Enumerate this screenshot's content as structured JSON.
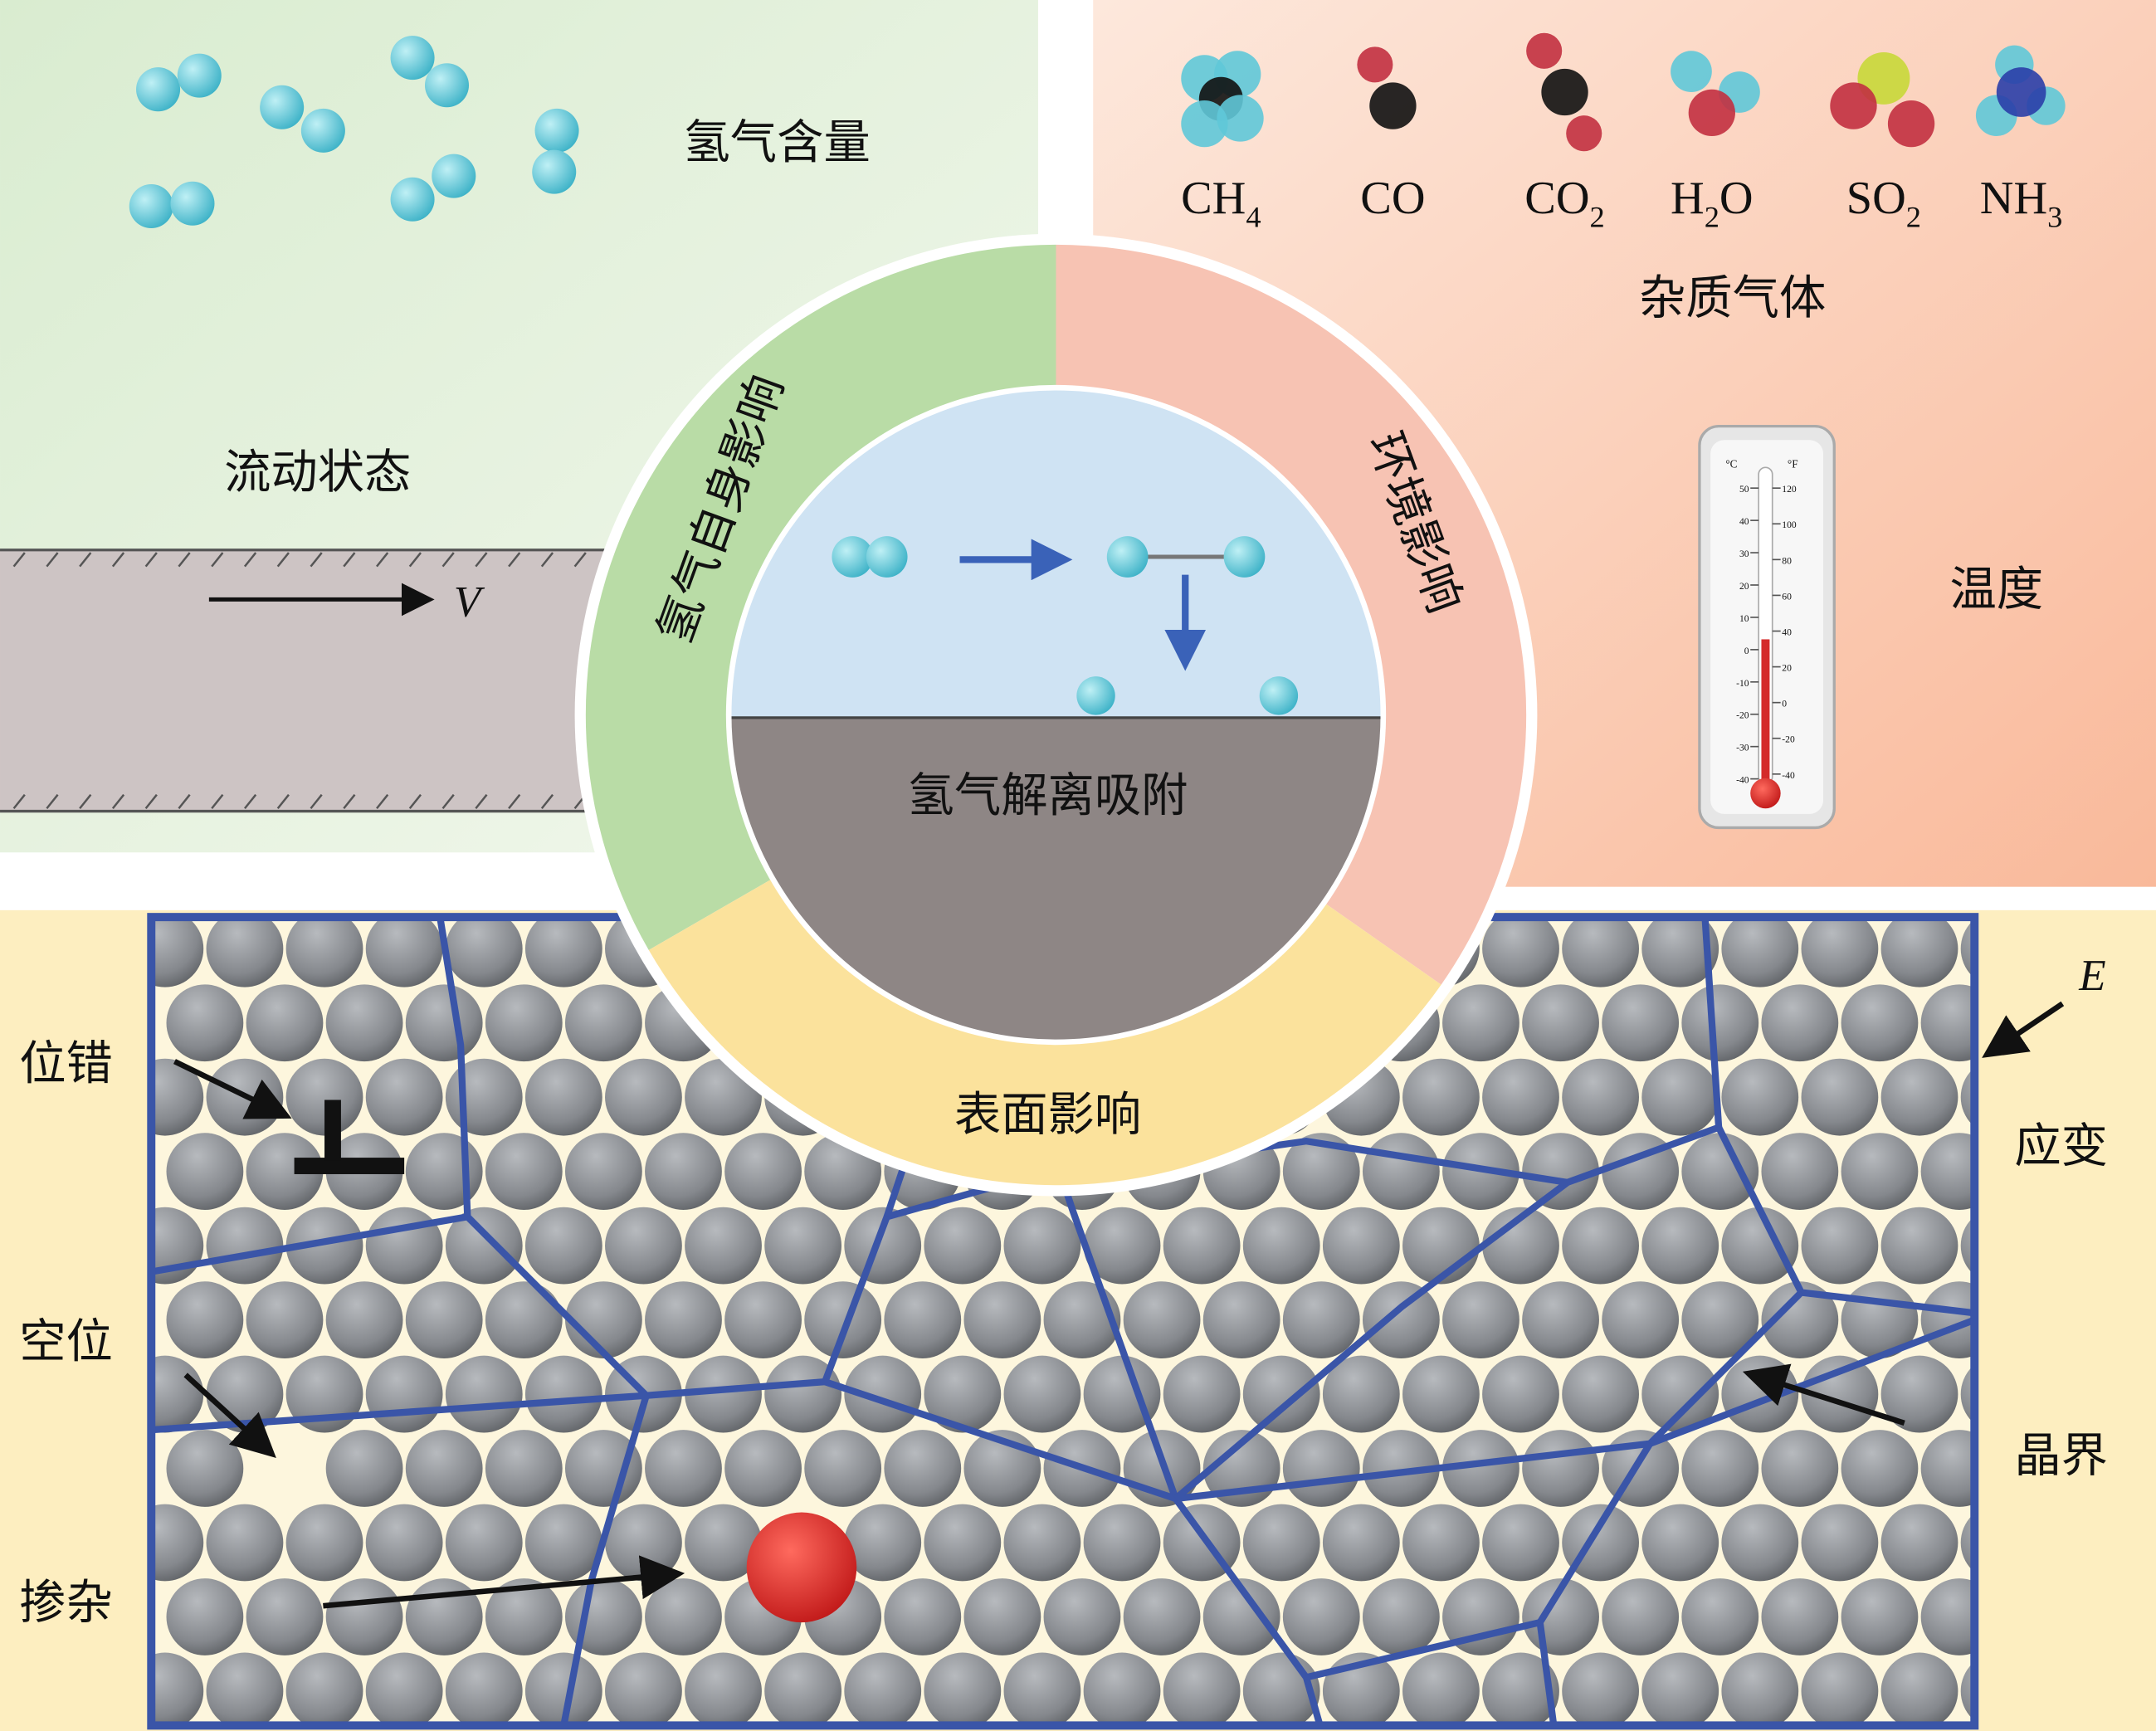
{
  "labels": {
    "hydrogen_content": "氢气含量",
    "flow_state": "流动状态",
    "velocity": "V",
    "impurity_gas": "杂质气体",
    "temperature": "温度",
    "ring_hydrogen_self": "氢气自身影响",
    "ring_environment": "环境影响",
    "ring_surface": "表面影响",
    "center": "氢气解离吸附",
    "dislocation": "位错",
    "vacancy": "空位",
    "doping": "掺杂",
    "strain": "应变",
    "strain_symbol": "E",
    "grain_boundary": "晶界"
  },
  "molecules": [
    {
      "name": "CH",
      "sub": "4",
      "suffix": ""
    },
    {
      "name": "CO",
      "sub": "",
      "suffix": ""
    },
    {
      "name": "CO",
      "sub": "2",
      "suffix": ""
    },
    {
      "name": "H",
      "sub": "2",
      "suffix": "O"
    },
    {
      "name": "SO",
      "sub": "2",
      "suffix": ""
    },
    {
      "name": "NH",
      "sub": "3",
      "suffix": ""
    }
  ],
  "thermometer": {
    "celsius_unit": "°C",
    "fahrenheit_unit": "°F",
    "celsius_ticks": [
      "50",
      "40",
      "30",
      "20",
      "10",
      "0",
      "-10",
      "-20",
      "-30",
      "-40"
    ],
    "fahrenheit_ticks": [
      "120",
      "100",
      "80",
      "60",
      "40",
      "20",
      "0",
      "-20",
      "-40"
    ]
  },
  "colors": {
    "hydrogen": "#5fc8d8",
    "grain_boundary": "#3a55a8",
    "atom": "#8a8d92",
    "dopant": "#d42a2a",
    "ring_green": "#b9dca6",
    "ring_pink": "#f7c3b3",
    "ring_yellow": "#fbe29c"
  }
}
